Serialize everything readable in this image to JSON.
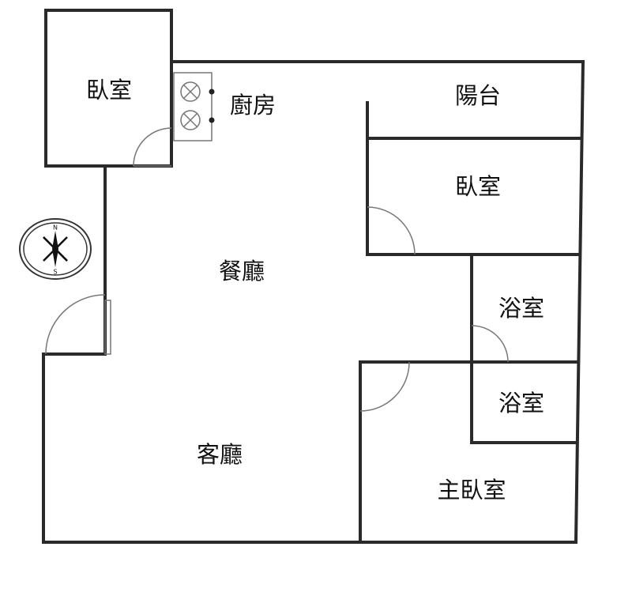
{
  "title": "Floor plan",
  "rooms": {
    "bedroom_top_left": "臥室",
    "kitchen": "廚房",
    "balcony": "陽台",
    "bedroom_right": "臥室",
    "dining": "餐廳",
    "bathroom_1": "浴室",
    "bathroom_2": "浴室",
    "living": "客廳",
    "master_bedroom": "主臥室"
  },
  "compass": {
    "north": "N",
    "south": "S"
  }
}
